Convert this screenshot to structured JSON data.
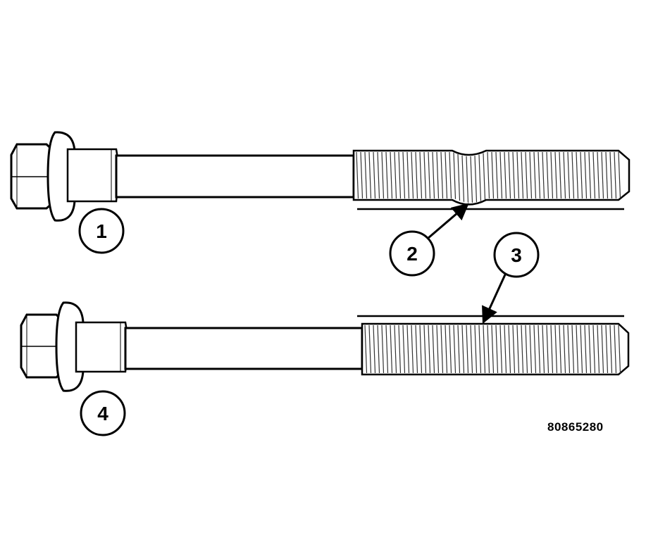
{
  "figure": {
    "callouts": {
      "c1": "1",
      "c2": "2",
      "c3": "3",
      "c4": "4"
    },
    "figure_id": "80865280"
  },
  "colors": {
    "line": "#000000",
    "fill": "#ffffff",
    "thread": "#444444"
  }
}
